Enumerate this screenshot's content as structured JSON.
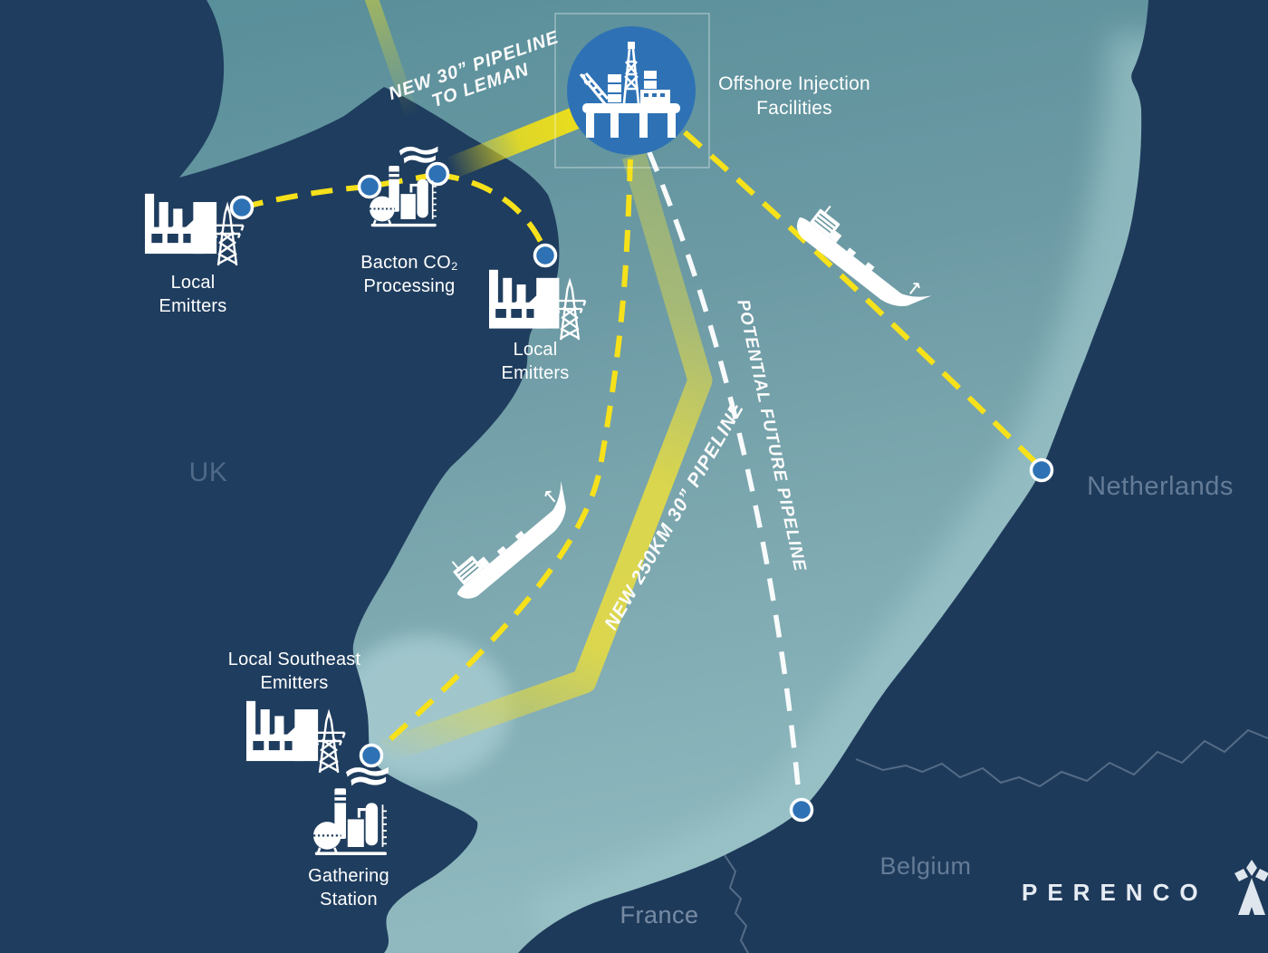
{
  "regions": {
    "uk": "UK",
    "netherlands": "Netherlands",
    "belgium": "Belgium",
    "france": "France"
  },
  "facilities": {
    "offshore_injection": {
      "line1": "Offshore Injection",
      "line2": "Facilities"
    },
    "local_emitters_north": {
      "line1": "Local",
      "line2": "Emitters"
    },
    "bacton": {
      "line1": "Bacton CO₂",
      "line2": "Processing"
    },
    "local_emitters_coast": {
      "line1": "Local",
      "line2": "Emitters"
    },
    "local_southeast_emitters": {
      "line1": "Local Southeast",
      "line2": "Emitters"
    },
    "gathering_station": {
      "line1": "Gathering",
      "line2": "Station"
    }
  },
  "pipelines": {
    "leman": {
      "line1": "NEW 30” PIPELINE",
      "line2": "TO LEMAN"
    },
    "new_250km": {
      "label": "NEW 250KM 30” PIPELINE"
    },
    "potential_future": {
      "label": "POTENTIAL FUTURE PIPELINE"
    }
  },
  "branding": {
    "company": "PERENCO"
  },
  "icons": {
    "offshore_platform": "oil-rig-platform",
    "emitter": "factory-with-pylon",
    "processing_plant": "refinery-with-smoke",
    "vessel": "tanker-ship",
    "brand_mark": "ermine-spot"
  },
  "colors": {
    "sea_top": "#578E99",
    "sea_bottom": "#8FB9BF",
    "land": "#1F3D5E",
    "pipeline_yellow": "#F2DF1C",
    "node_blue": "#2E72B5",
    "hub_blue": "#2E72B5",
    "label_white": "#FFFFFF"
  }
}
